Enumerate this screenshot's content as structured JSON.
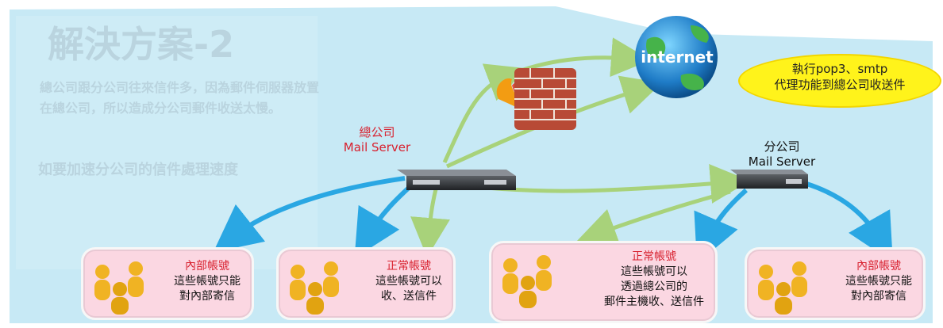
{
  "internet": {
    "label": "internet"
  },
  "callout": {
    "line1": "執行pop3、smtp",
    "line2": "代理功能到總公司收送件"
  },
  "hq_server": {
    "name": "總公司",
    "sub": "Mail Server"
  },
  "branch_server": {
    "name": "分公司",
    "sub": "Mail Server"
  },
  "boxes": [
    {
      "title": "內部帳號",
      "lines": [
        "這些帳號只能",
        "對內部寄信"
      ]
    },
    {
      "title": "正常帳號",
      "lines": [
        "這些帳號可以",
        "收、送信件"
      ]
    },
    {
      "title": "正常帳號",
      "lines": [
        "這些帳號可以",
        "透過總公司的",
        "郵件主機收、送信件"
      ]
    },
    {
      "title": "內部帳號",
      "lines": [
        "這些帳號只能",
        "對內部寄信"
      ]
    }
  ],
  "background_text": {
    "title": "解決方案-2",
    "paragraph": "總公司跟分公司往來信件多，因為郵件伺服器放置在總公司，所以造成分公司郵件收送太慢。",
    "bullet": "如要加速分公司的信件處理速度"
  },
  "colors": {
    "sky": "#c7e9f5",
    "arrow_green": "#a8d27a",
    "arrow_blue": "#2aa7e3",
    "label_red": "#d8212f",
    "box_pink": "#fbd7e2",
    "callout_yellow": "#fff31b"
  }
}
